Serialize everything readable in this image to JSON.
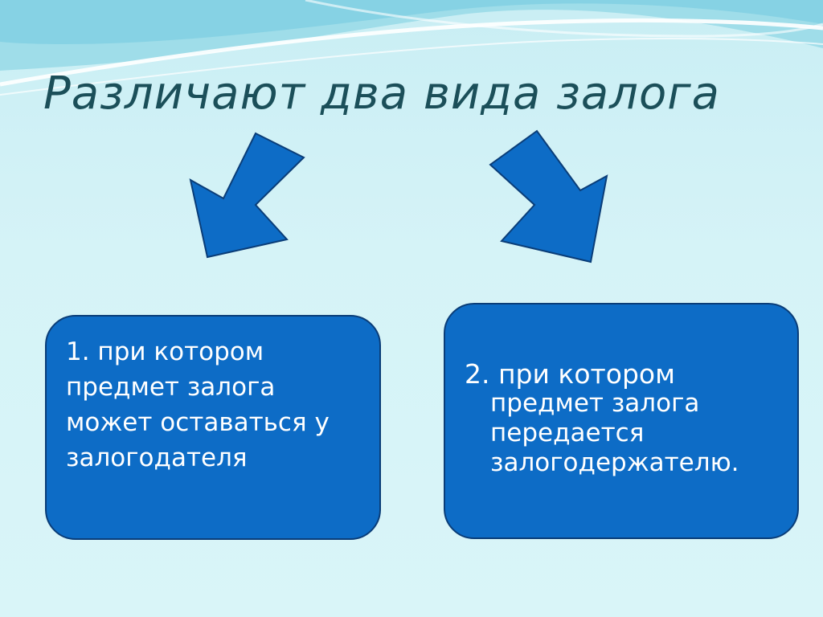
{
  "slide": {
    "title": "Различают два вида залога"
  },
  "boxes": [
    {
      "lines": [
        "1. при котором",
        "предмет залога",
        "может оставаться у",
        "залогодателя"
      ]
    },
    {
      "lines": [
        "2. при котором",
        "предмет залога",
        "передается",
        "залогодержателю."
      ]
    }
  ],
  "colors": {
    "background": "#d5f3f7",
    "title": "#1b4f59",
    "box_fill": "#0d6cc6",
    "arrow_fill": "#0d6cc6",
    "arrow_stroke": "#0a3d78",
    "box_text": "#ffffff"
  },
  "icons": {
    "left_arrow": "arrow-down-left-icon",
    "right_arrow": "arrow-down-right-icon"
  }
}
